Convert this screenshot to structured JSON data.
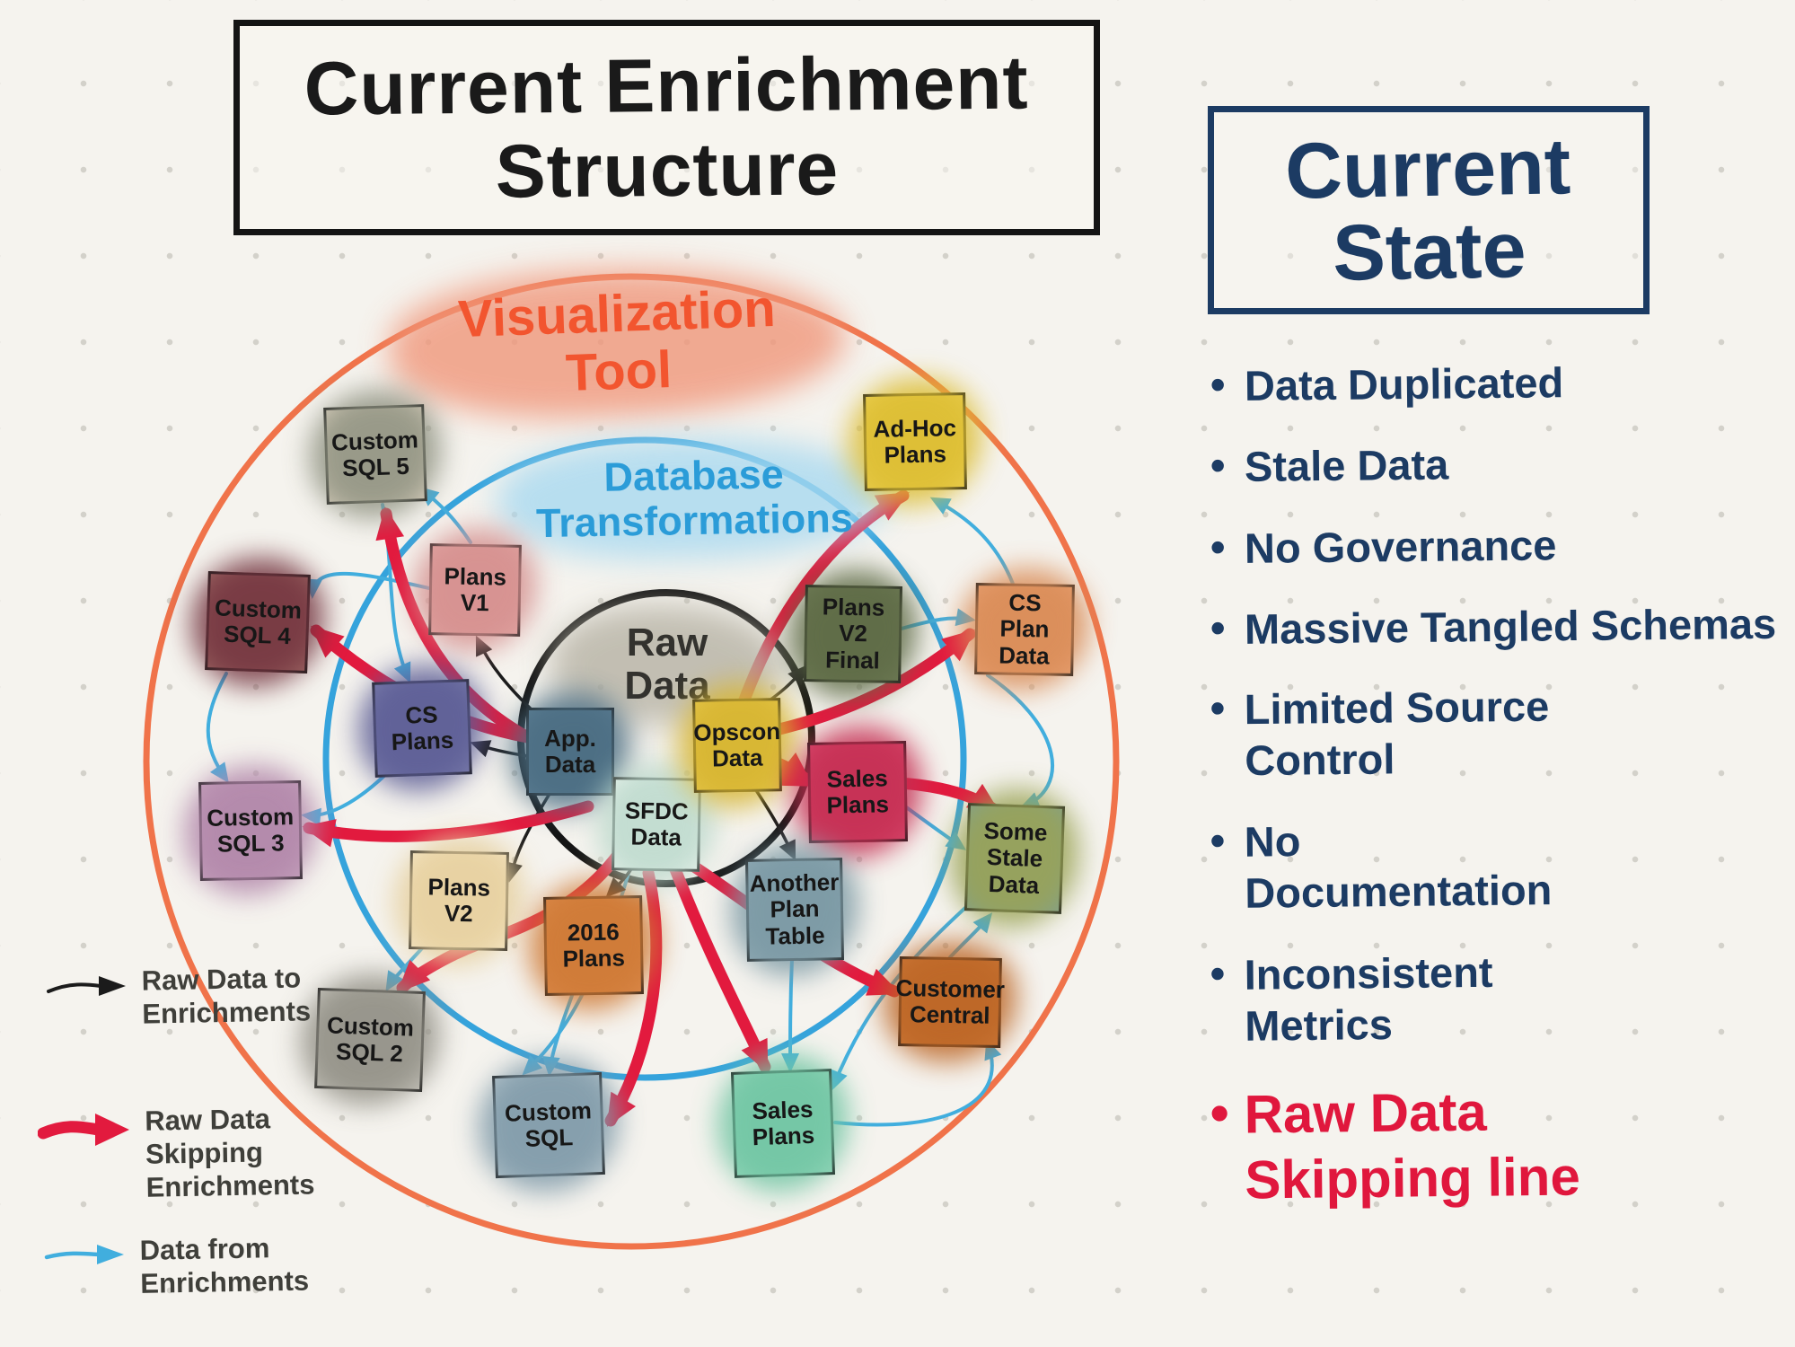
{
  "title": "Current Enrichment Structure",
  "rings": {
    "outer_label": "Visualization Tool",
    "middle_label": "Database Transformations",
    "inner_label": "Raw Data"
  },
  "nodes": [
    {
      "label": "Custom SQL 5"
    },
    {
      "label": "Custom SQL 4"
    },
    {
      "label": "Custom SQL 3"
    },
    {
      "label": "Custom SQL 2"
    },
    {
      "label": "Custom SQL"
    },
    {
      "label": "Plans V1"
    },
    {
      "label": "CS Plans"
    },
    {
      "label": "Plans V2"
    },
    {
      "label": "2016 Plans"
    },
    {
      "label": "App. Data"
    },
    {
      "label": "SFDC Data"
    },
    {
      "label": "Opscon Data"
    },
    {
      "label": "Plans V2 Final"
    },
    {
      "label": "Ad-Hoc Plans"
    },
    {
      "label": "CS Plan Data"
    },
    {
      "label": "Sales Plans"
    },
    {
      "label": "Some Stale Data"
    },
    {
      "label": "Another Plan Table"
    },
    {
      "label": "Customer Central"
    },
    {
      "label": "Sales Plans"
    }
  ],
  "legend": [
    {
      "label": "Raw Data to Enrichments",
      "color": "#1b1b1b"
    },
    {
      "label": "Raw Data Skipping Enrichments",
      "color": "#e21a3e"
    },
    {
      "label": "Data from Enrichments",
      "color": "#41aede"
    }
  ],
  "panel": {
    "title": "Current State",
    "items": [
      {
        "text": "Data Duplicated"
      },
      {
        "text": "Stale Data"
      },
      {
        "text": "No Governance"
      },
      {
        "text": "Massive Tangled Schemas"
      },
      {
        "text": "Limited Source Control"
      },
      {
        "text": "No Documentation"
      },
      {
        "text": "Inconsistent Metrics"
      },
      {
        "text": "Raw Data Skipping line"
      }
    ]
  },
  "colors": {
    "skip_arrow": "#e21a3e",
    "enrichment_arrow": "#41aede",
    "raw_arrow": "#1b1b1b",
    "outer_ring": "#f0734a",
    "middle_ring": "#35a3dc",
    "inner_ring": "#141414",
    "panel_navy": "#1c3b63",
    "highlight_red": "#e0173d"
  }
}
